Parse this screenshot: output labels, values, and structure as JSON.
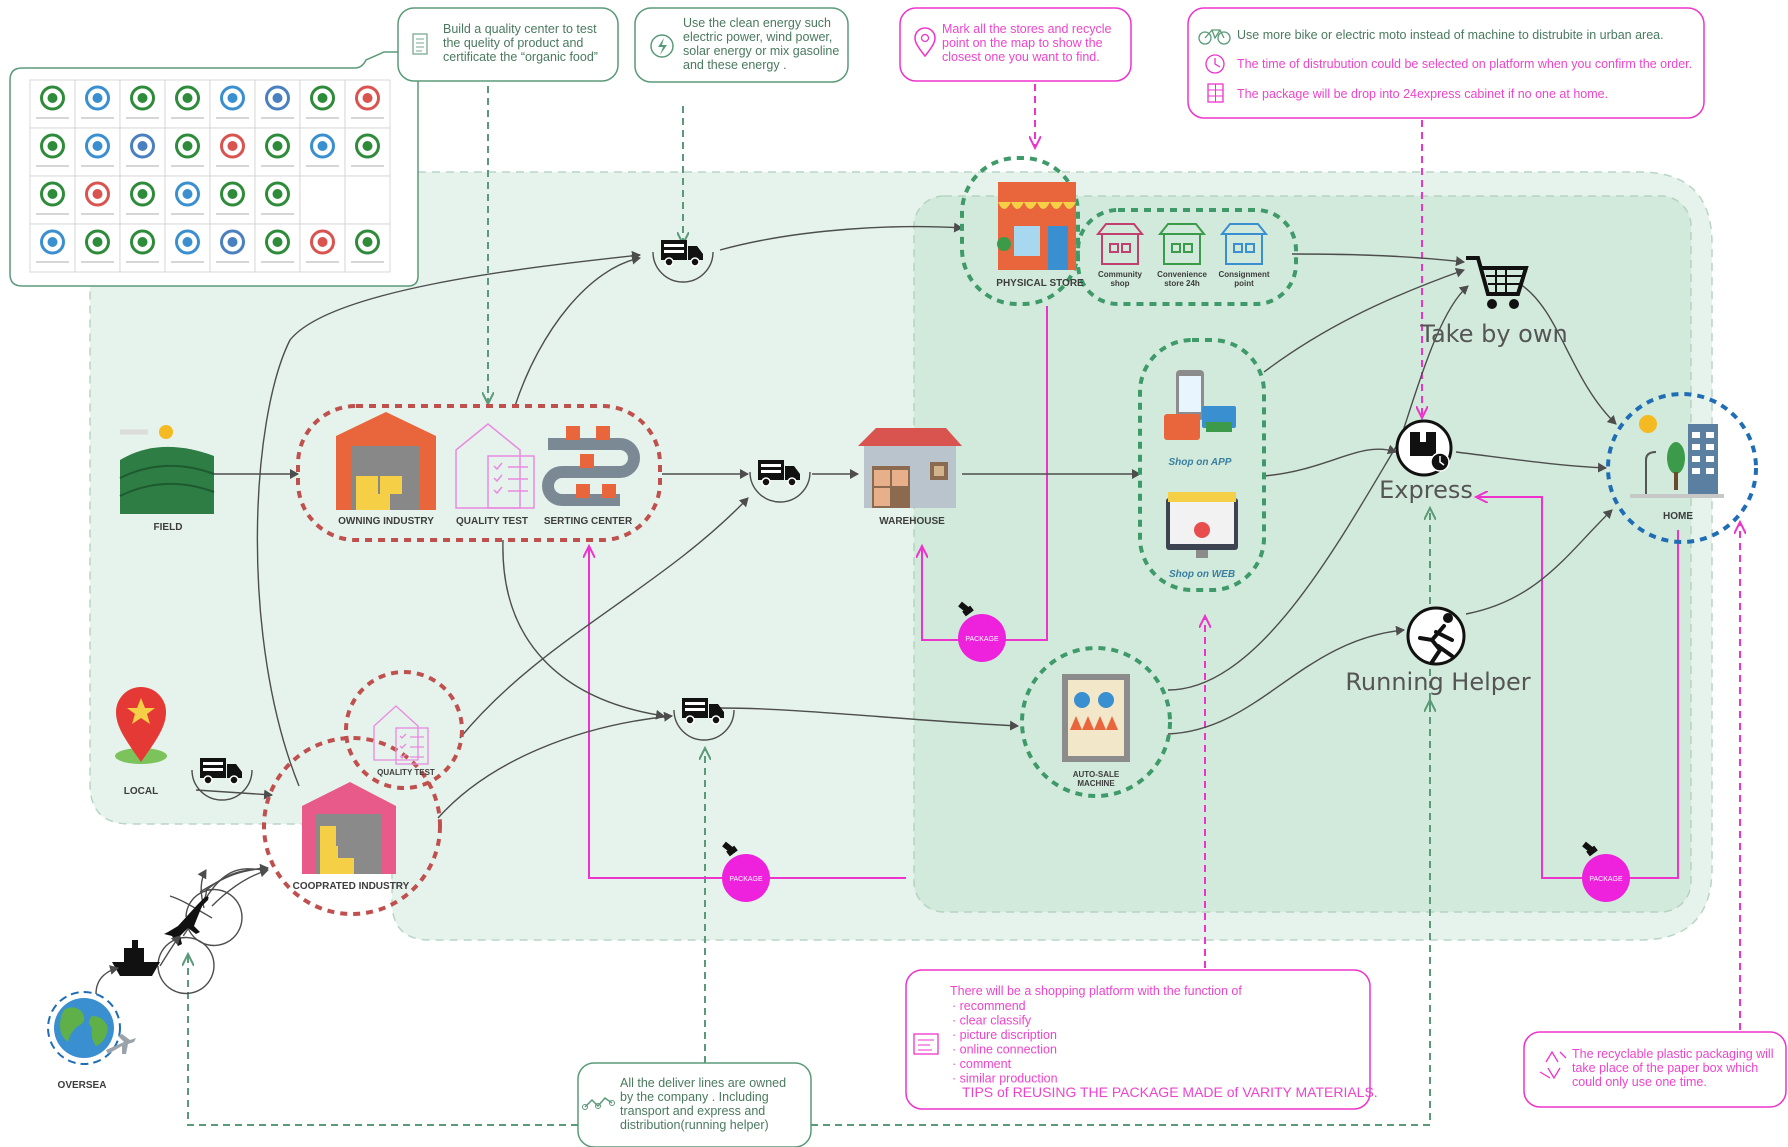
{
  "labels": {
    "field": "FIELD",
    "owning_industry": "OWNING INDUSTRY",
    "quality_test": "QUALITY TEST",
    "serting_center": "SERTING CENTER",
    "warehouse": "WAREHOUSE",
    "physical_store": "PHYSICAL STORE",
    "community_shop": [
      "Community",
      "shop"
    ],
    "convenience_store": [
      "Convenience",
      "store 24h"
    ],
    "consignment_point": [
      "Consignment",
      "point"
    ],
    "shop_on_app": "Shop on APP",
    "shop_on_web": "Shop on WEB",
    "auto_sale_machine": [
      "AUTO-SALE",
      "MACHINE"
    ],
    "take_by_own": "Take by own",
    "express": "Express",
    "running_helper": "Running Helper",
    "home": "HOME",
    "local": "LOCAL",
    "quality_test_small": "QUALITY TEST",
    "coorprated_industry": "COOPRATED INDUSTRY",
    "oversea": "OVERSEA",
    "package": "PACKAGE"
  },
  "notes": {
    "quality_center": [
      "Build a quality center to test",
      "the quelity of product and",
      "certificate the “organic food”"
    ],
    "clean_energy": [
      "Use the clean energy such",
      "electric power, wind power,",
      "solar energy or mix gasoline",
      "and these energy ."
    ],
    "mark_stores": [
      "Mark all the stores and recycle",
      "point on the map to show the",
      "closest one you want to find."
    ],
    "distribution_tips": [
      "Use more bike or electric moto instead of machine to distrubite in urban area.",
      "The time of distrubution could be selected on platform when you confirm the order.",
      "The package will be drop into 24express cabinet if no one at home."
    ],
    "platform_intro": "There will be a shopping platform with the function of",
    "platform_functions": [
      "recommend",
      "clear classify",
      "picture discription",
      "online connection",
      "comment",
      "similar production"
    ],
    "platform_tip": "TIPS of REUSING THE PACKAGE MADE of VARITY MATERIALS.",
    "deliver_lines": [
      "All the deliver lines are owned",
      "by the company . Including",
      "transport and express and",
      "distribution(running helper)"
    ],
    "recyclable": [
      "The recyclable plastic packaging will",
      "take place of  the paper box which",
      "could only use one time."
    ]
  },
  "colors": {
    "region_light": "#e6f3ec",
    "region_dark": "#d2eadb",
    "green_dash": "#3f9a6a",
    "red_dash": "#c0504d",
    "blue_dash": "#1f6db5",
    "magenta": "#ee33cc",
    "package_fill": "#ee22dd",
    "arrow": "#4d4d4d"
  }
}
